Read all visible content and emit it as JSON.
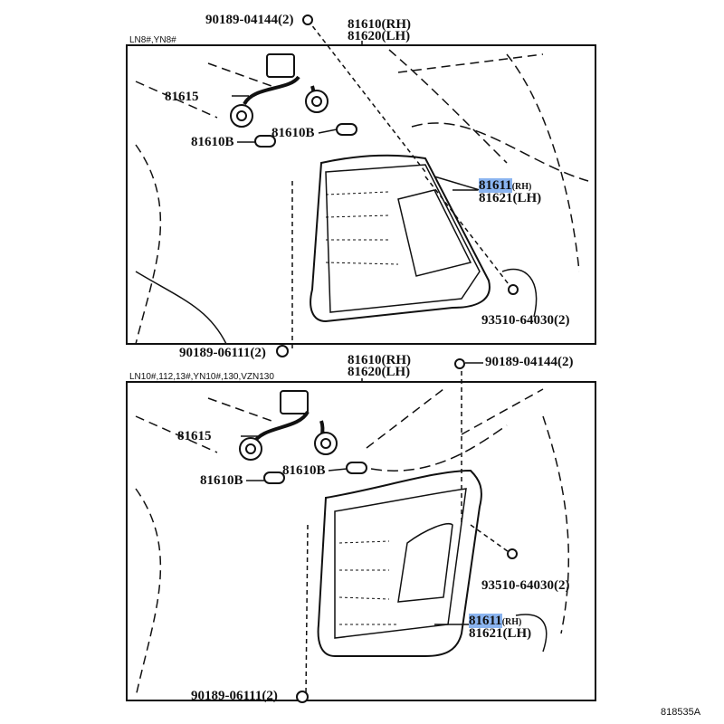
{
  "diagram_id": "818535A",
  "panels": [
    {
      "model_note": "LN8#,YN8#",
      "labels": {
        "screw_top": "90189-04144(2)",
        "lamp_rh": "81610(RH)",
        "lamp_lh": "81620(LH)",
        "socket_wire": "81615",
        "bulb_left": "81610B",
        "bulb_right": "81610B",
        "lens_rh": "81611",
        "lens_rh_suffix": "(RH)",
        "lens_lh": "81621(LH)",
        "nut": "93510-64030(2)",
        "screw_bottom": "90189-06111(2)"
      }
    },
    {
      "model_note": "LN10#,112,13#,YN10#,130,VZN130",
      "labels": {
        "screw_top": "90189-04144(2)",
        "lamp_rh": "81610(RH)",
        "lamp_lh": "81620(LH)",
        "socket_wire": "81615",
        "bulb_left": "81610B",
        "bulb_right": "81610B",
        "lens_rh": "81611",
        "lens_rh_suffix": "(RH)",
        "lens_lh": "81621(LH)",
        "nut": "93510-64030(2)",
        "screw_bottom": "90189-06111(2)"
      }
    }
  ],
  "colors": {
    "highlight": "#8ab4f0",
    "ink": "#111111"
  }
}
